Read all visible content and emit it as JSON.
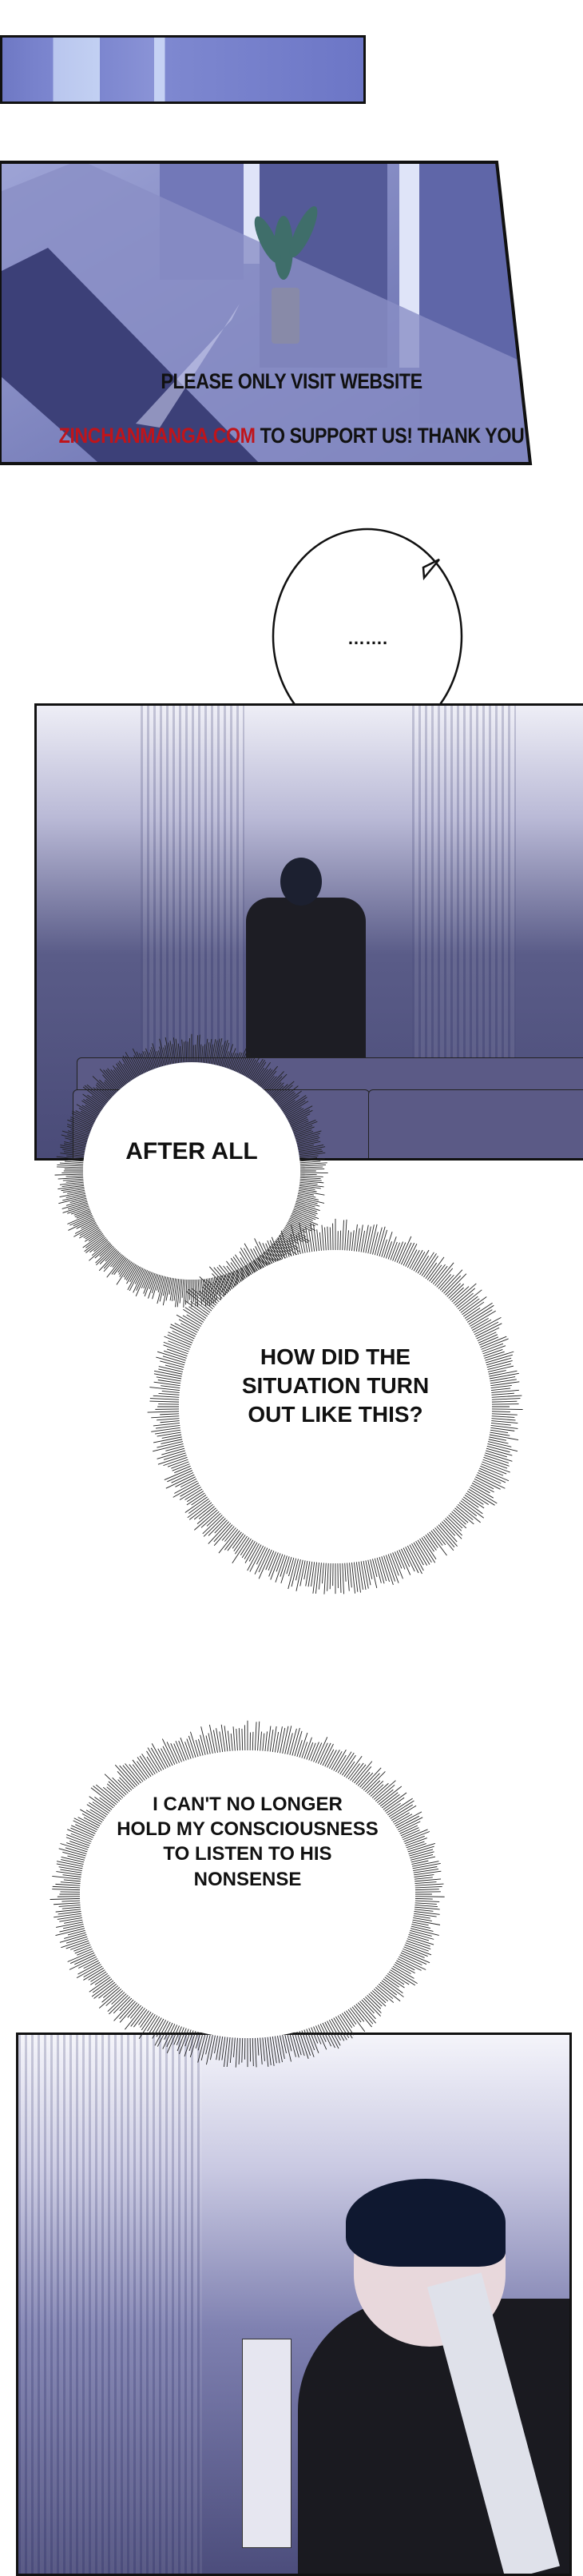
{
  "notice": {
    "line1": "PLEASE ONLY VISIT WEBSITE",
    "site": "ZINCHANMANGA.COM",
    "line2_rest": " TO SUPPORT US! THANK YOU",
    "site_color": "#c0141a"
  },
  "bubbles": {
    "ellipsis": "…….",
    "after_all": "AFTER ALL",
    "how_did": [
      "HOW DID THE",
      "SITUATION TURN",
      "OUT LIKE THIS?"
    ],
    "cant": [
      "I CAN'T NO LONGER",
      "HOLD MY CONSCIOUSNESS",
      "TO LISTEN TO HIS",
      "NONSENSE"
    ]
  },
  "colors": {
    "panel_tint": "#6e78c4",
    "ink": "#111111"
  }
}
